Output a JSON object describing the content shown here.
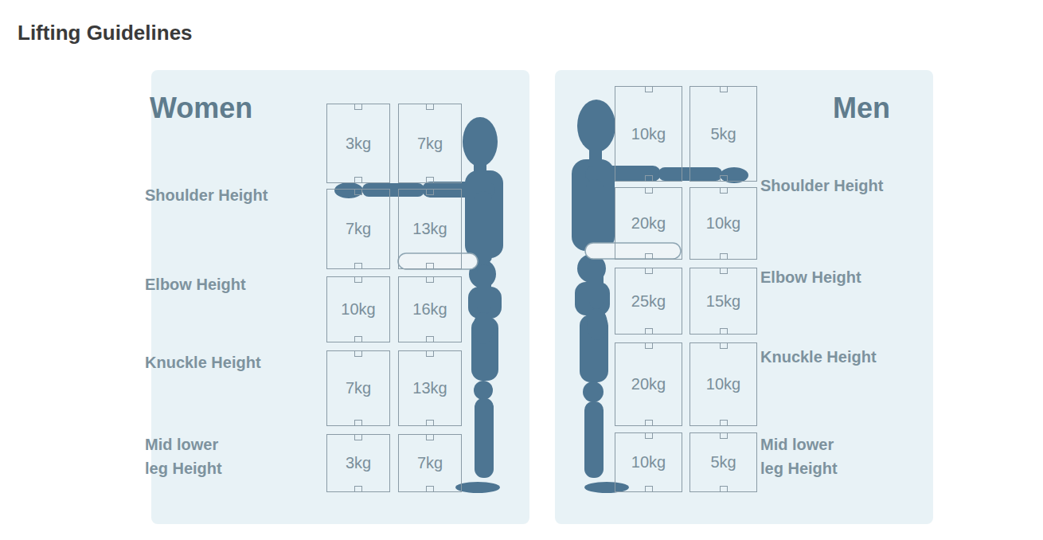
{
  "diagram": {
    "title": "Lifting Guidelines",
    "nodes": [
      {
        "text": [
          "Women",
          "Shoulder Height",
          "Elbow Height",
          "Knuckle Height",
          "Mid lower leg Height"
        ]
      },
      {
        "text": [
          "3kg"
        ],
        "in": 0
      },
      {
        "text": [
          "7kg"
        ],
        "in": 0
      },
      {
        "text": [
          "7kg"
        ],
        "in": 0
      },
      {
        "text": [
          "13kg"
        ],
        "in": 0
      },
      {
        "text": [
          "10kg"
        ],
        "in": 0
      },
      {
        "text": [
          "16kg"
        ],
        "in": 0
      },
      {
        "text": [
          "7kg"
        ],
        "in": 0
      },
      {
        "text": [
          "13kg"
        ],
        "in": 0
      },
      {
        "text": [
          "3kg"
        ],
        "in": 0
      },
      {
        "text": [
          "7kg"
        ],
        "in": 0
      },
      {
        "text": [
          "Men",
          "Shoulder Height",
          "Elbow Height",
          "Knuckle Height",
          "Mid lower leg Height"
        ]
      },
      {
        "text": [
          "10kg"
        ],
        "in": 11
      },
      {
        "text": [
          "5kg"
        ],
        "in": 11
      },
      {
        "text": [
          "20kg"
        ],
        "in": 11
      },
      {
        "text": [
          "10kg"
        ],
        "in": 11
      },
      {
        "text": [
          "25kg"
        ],
        "in": 11
      },
      {
        "text": [
          "15kg"
        ],
        "in": 11
      },
      {
        "text": [
          "20kg"
        ],
        "in": 11
      },
      {
        "text": [
          "10kg"
        ],
        "in": 11
      },
      {
        "text": [
          "10kg"
        ],
        "in": 11
      },
      {
        "text": [
          "5kg"
        ],
        "in": 11
      }
    ]
  }
}
